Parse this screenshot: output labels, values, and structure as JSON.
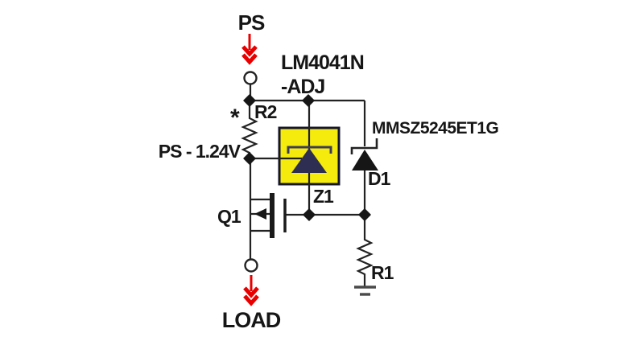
{
  "schematic": {
    "labels": {
      "ps": "PS",
      "load": "LOAD",
      "regulator_line1": "LM4041N",
      "regulator_line2": "-ADJ",
      "node_voltage": "PS - 1.24V",
      "r2_note": "*",
      "r2": "R2",
      "r1": "R1",
      "q1": "Q1",
      "z1": "Z1",
      "d1": "D1",
      "d1_part": "MMSZ5245ET1G"
    },
    "colors": {
      "background": "#ffffff",
      "wire": "#222222",
      "text": "#161616",
      "arrow_red": "#e80000",
      "highlight_yellow": "#f5ec0e",
      "highlight_border": "#15152c",
      "zener_navy": "#2e2e52",
      "symbol_black": "#161616"
    },
    "symbols": [
      "power-terminal-icon",
      "load-terminal-icon",
      "resistor-icon",
      "shunt-reference-zener-icon",
      "zener-diode-icon",
      "p-mosfet-icon",
      "ground-icon",
      "junction-dot-icon",
      "red-arrow-icon"
    ]
  }
}
